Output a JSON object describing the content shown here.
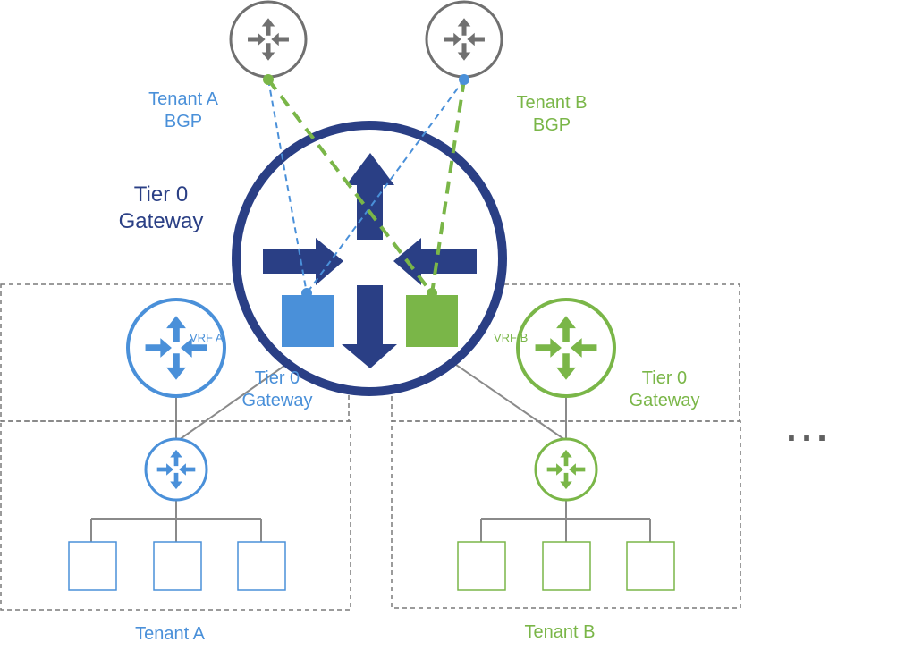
{
  "colors": {
    "tenant_a": "#4a90d9",
    "tenant_b": "#7ab648",
    "tier0": "#2a3f85",
    "external_router": "#707070",
    "wire": "#8a8a8a",
    "box_border": "#7a7a7a"
  },
  "labels": {
    "tenant_a_bgp": [
      "Tenant A",
      "BGP"
    ],
    "tenant_b_bgp": [
      "Tenant B",
      "BGP"
    ],
    "tier0_gateway": [
      "Tier 0",
      "Gateway"
    ],
    "vrf_a": "VRF A",
    "vrf_b": "VRF B",
    "tenant_a_tier0": [
      "Tier 0",
      "Gateway"
    ],
    "tenant_b_tier0": [
      "Tier 0",
      "Gateway"
    ],
    "tenant_a": "Tenant A",
    "tenant_b": "Tenant B",
    "more": "..."
  },
  "icons": {
    "external_router": "router-icon",
    "tier0": "tier0-gateway-icon",
    "vrf": "vrf-router-icon",
    "tier1": "tier1-router-icon",
    "workload": "workload-box-icon"
  }
}
